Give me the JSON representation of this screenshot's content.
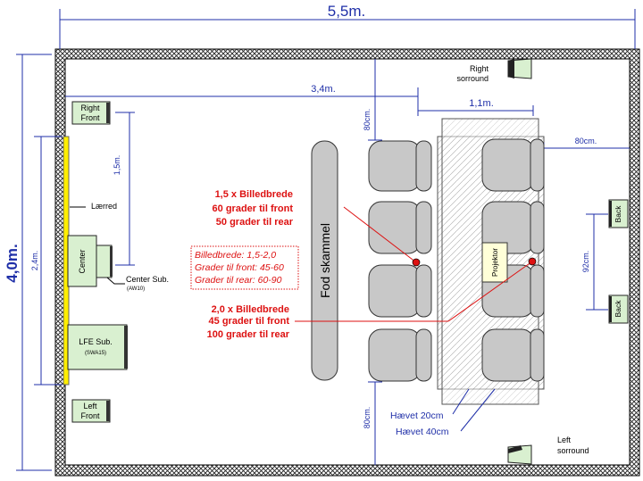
{
  "room": {
    "width_label": "5,5m.",
    "height_label": "4,0m."
  },
  "dims": {
    "d_3_4m": "3,4m.",
    "d_1_1m": "1,1m.",
    "d_80cm_top": "80cm.",
    "d_80cm_right": "80cm.",
    "d_80cm_bottom": "80cm.",
    "d_1_5m": "1,5m.",
    "d_2_4m": "2,4m.",
    "d_92cm": "92cm."
  },
  "speakers": {
    "right_front": [
      "Right",
      "Front"
    ],
    "left_front": [
      "Left",
      "Front"
    ],
    "center": "Center",
    "center_sub": [
      "Center Sub.",
      "(AW10)"
    ],
    "lfe_sub": [
      "LFE Sub.",
      "(SWA15)"
    ],
    "back_top": "Back",
    "back_bottom": "Back",
    "right_surround": [
      "Right",
      "sorround"
    ],
    "left_surround": [
      "Left",
      "sorround"
    ]
  },
  "labels": {
    "screen": "Lærred",
    "ottoman": "Fod skammel",
    "projector": "Projektor",
    "raised_20": "Hævet 20cm",
    "raised_40": "Hævet 40cm"
  },
  "angles": {
    "front_row": [
      "1,5 x Billedbrede",
      "60 grader til front",
      "50 grader til rear"
    ],
    "back_row": [
      "2,0 x Billedbrede",
      "45 grader til front",
      "100 grader til rear"
    ],
    "box": [
      "Billedbrede: 1,5-2,0",
      "Grader til front: 45-60",
      "Grader til rear: 60-90"
    ]
  },
  "colors": {
    "dimension": "#1f2fa8",
    "annotation": "#dd1111",
    "screen": "#ffee00",
    "speaker": "#d9f0d0",
    "chair": "#c8c8c8"
  }
}
